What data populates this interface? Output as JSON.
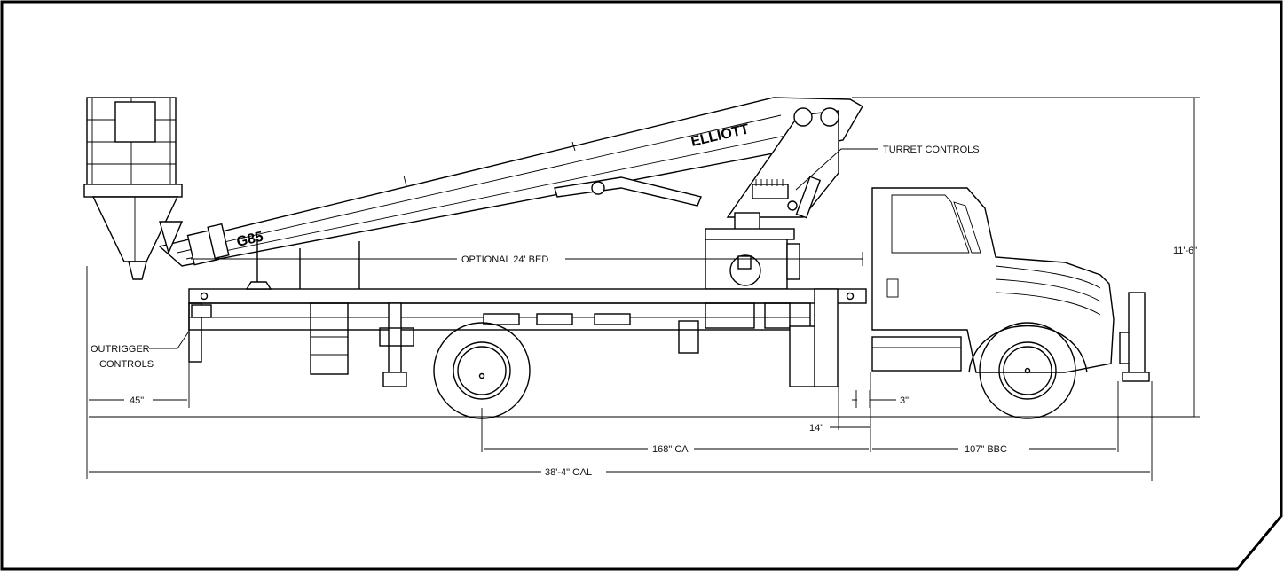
{
  "drawing": {
    "brand_boom": "ELLIOTT",
    "model": "G85"
  },
  "callouts": {
    "turret_controls": "TURRET CONTROLS",
    "optional_bed": "OPTIONAL 24' BED",
    "outrigger_line1": "OUTRIGGER",
    "outrigger_line2": "CONTROLS"
  },
  "dimensions": {
    "rear_overhang": "45\"",
    "height": "11'-6\"",
    "gap": "3\"",
    "cab_gap": "14\"",
    "cab_to_axle": "168\" CA",
    "bumper_to_cab": "107\" BBC",
    "overall_length": "38'-4\" OAL"
  }
}
